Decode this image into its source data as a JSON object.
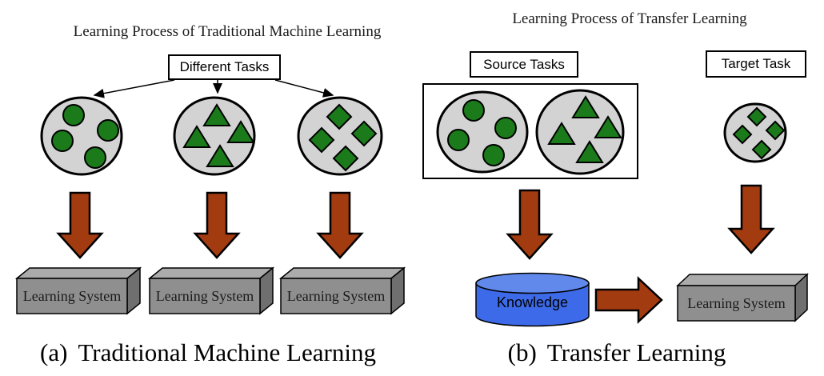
{
  "left_panel": {
    "title": "Learning Process of Traditional Machine Learning",
    "tasks_label": "Different Tasks",
    "clusters": [
      {
        "name": "task-1",
        "shape": "circles"
      },
      {
        "name": "task-2",
        "shape": "triangles"
      },
      {
        "name": "task-3",
        "shape": "diamonds"
      }
    ],
    "systems": [
      {
        "label": "Learning System"
      },
      {
        "label": "Learning System"
      },
      {
        "label": "Learning System"
      }
    ],
    "caption_prefix": "(a)",
    "caption": "Traditional Machine Learning"
  },
  "right_panel": {
    "title": "Learning Process of Transfer Learning",
    "source_label": "Source Tasks",
    "target_label": "Target Task",
    "source_clusters": [
      {
        "name": "source-task-1",
        "shape": "circles"
      },
      {
        "name": "source-task-2",
        "shape": "triangles"
      }
    ],
    "target_cluster": {
      "name": "target-task",
      "shape": "diamonds"
    },
    "knowledge_label": "Knowledge",
    "system_label": "Learning System",
    "caption_prefix": "(b)",
    "caption": "Transfer Learning"
  },
  "colors": {
    "shape_green": "#1B7B1B",
    "arrow_brown": "#A33B10",
    "cluster_gray": "#D3D3D3",
    "box_front_gray": "#8F8F8F",
    "box_top_gray": "#ABABAB",
    "box_side_gray": "#6F6F6F",
    "knowledge_blue": "#3D6AE8",
    "knowledge_blue_top": "#6189EC"
  }
}
